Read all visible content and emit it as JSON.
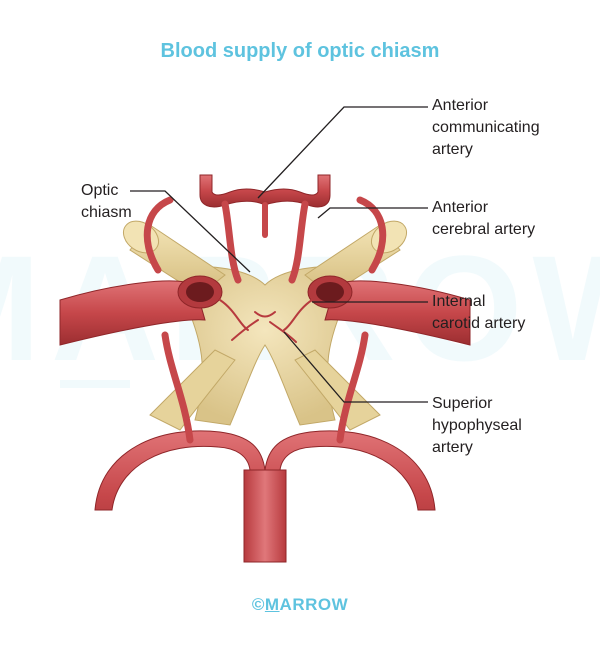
{
  "title": "Blood supply of optic chiasm",
  "labels": {
    "optic_chiasm": "Optic\nchiasm",
    "anterior_communicating": "Anterior\ncommunicating\nartery",
    "anterior_cerebral": "Anterior\ncerebral artery",
    "internal_carotid": "Internal\ncarotid artery",
    "superior_hypophyseal": "Superior\nhypophyseal\nartery"
  },
  "watermark": "MARROW",
  "footer": {
    "copyright": "©",
    "first_letter": "M",
    "rest": "ARROW"
  },
  "colors": {
    "title": "#5ec3df",
    "artery": "#c6474a",
    "artery_dark": "#8f2629",
    "chiasm": "#ead9a6",
    "leader_line": "#231f20"
  }
}
